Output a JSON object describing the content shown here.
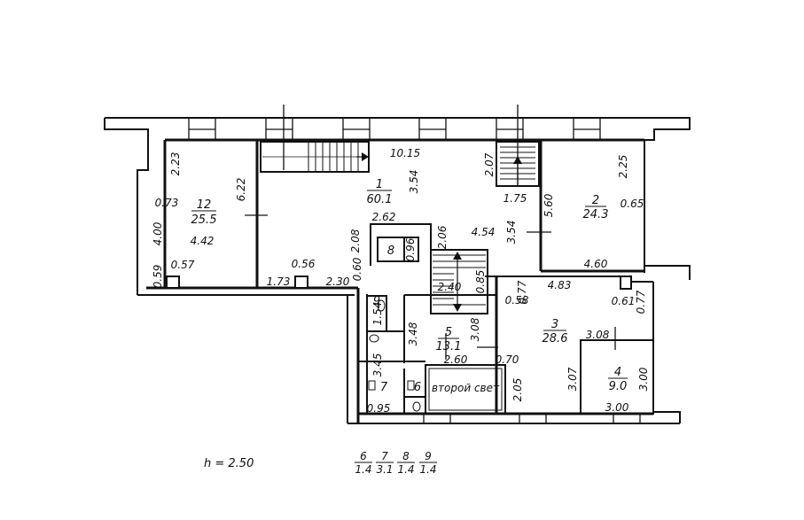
{
  "plan": {
    "height_note": "h = 2.50",
    "second_light_label": "второй свет",
    "rooms": [
      {
        "number": "1",
        "area": "60.1"
      },
      {
        "number": "2",
        "area": "24.3"
      },
      {
        "number": "3",
        "area": "28.6"
      },
      {
        "number": "4",
        "area": "9.0"
      },
      {
        "number": "5",
        "area": "13.1"
      },
      {
        "number": "6"
      },
      {
        "number": "7"
      },
      {
        "number": "8"
      },
      {
        "number": "9"
      },
      {
        "number": "12",
        "area": "25.5"
      }
    ],
    "dimensions": {
      "d10_15": "10.15",
      "d3_54a": "3.54",
      "d2_07": "2.07",
      "d1_75": "1.75",
      "d2_25": "2.25",
      "d0_65": "0.65",
      "d5_60": "5.60",
      "d3_54b": "3.54",
      "d4_54": "4.54",
      "d2_62": "2.62",
      "d0_96": "0.96",
      "d2_06": "2.06",
      "d2_08": "2.08",
      "d0_60": "0.60",
      "d2_40": "2.40",
      "d0_85": "0.85",
      "d2_23": "2.23",
      "d6_22": "6.22",
      "d0_73": "0.73",
      "d4_00": "4.00",
      "d4_42": "4.42",
      "d0_59": "0.59",
      "d0_57": "0.57",
      "d0_56": "0.56",
      "d1_73": "1.73",
      "d2_30": "2.30",
      "d4_60": "4.60",
      "d4_83": "4.83",
      "d0_77a": "0.77",
      "d0_58": "0.58",
      "d0_61": "0.61",
      "d0_77b": "0.77",
      "d3_08a": "3.08",
      "d3_08b": "3.08",
      "d3_07": "3.07",
      "d3_00a": "3.00",
      "d3_00b": "3.00",
      "d2_05": "2.05",
      "d2_60": "2.60",
      "d0_70": "0.70",
      "d1_54": "1.54",
      "d3_48": "3.48",
      "d3_45": "3.45",
      "d0_95": "0.95"
    },
    "legend": [
      {
        "num": "6",
        "area": "1.4"
      },
      {
        "num": "7",
        "area": "3.1"
      },
      {
        "num": "8",
        "area": "1.4"
      },
      {
        "num": "9",
        "area": "1.4"
      }
    ]
  }
}
